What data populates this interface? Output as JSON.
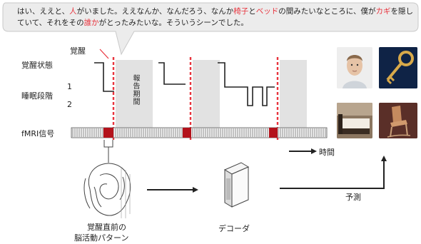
{
  "speech": {
    "p1": "はい、ええと、",
    "h1": "人",
    "p2": "がいました。ええなんか、なんだろう、なんか",
    "h2": "椅子",
    "p3": "と",
    "h3": "ベッド",
    "p4": "の間みたいなところに、僕が",
    "h4": "カギ",
    "p5": "を隠していて、それをその",
    "h5": "誰か",
    "p6": "がとったみたいな。そういうシーンでした。"
  },
  "labels": {
    "awake_marker": "覚醒",
    "wake_state": "覚醒状態",
    "sleep_stage": "睡眠段階",
    "stage_1": "1",
    "stage_2": "2",
    "report_period": "報告期間",
    "fmri_signal": "fMRI信号",
    "time": "時間",
    "brain_pattern_line1": "覚醒直前の",
    "brain_pattern_line2": "脳活動パターン",
    "decoder": "デコーダ",
    "prediction": "予測"
  },
  "colors": {
    "highlight": "#e8323c",
    "fmri_block": "#b3121b",
    "shade": "#e2e2e2"
  },
  "images": [
    "person-photo",
    "key-photo",
    "bed-photo",
    "chair-photo"
  ]
}
